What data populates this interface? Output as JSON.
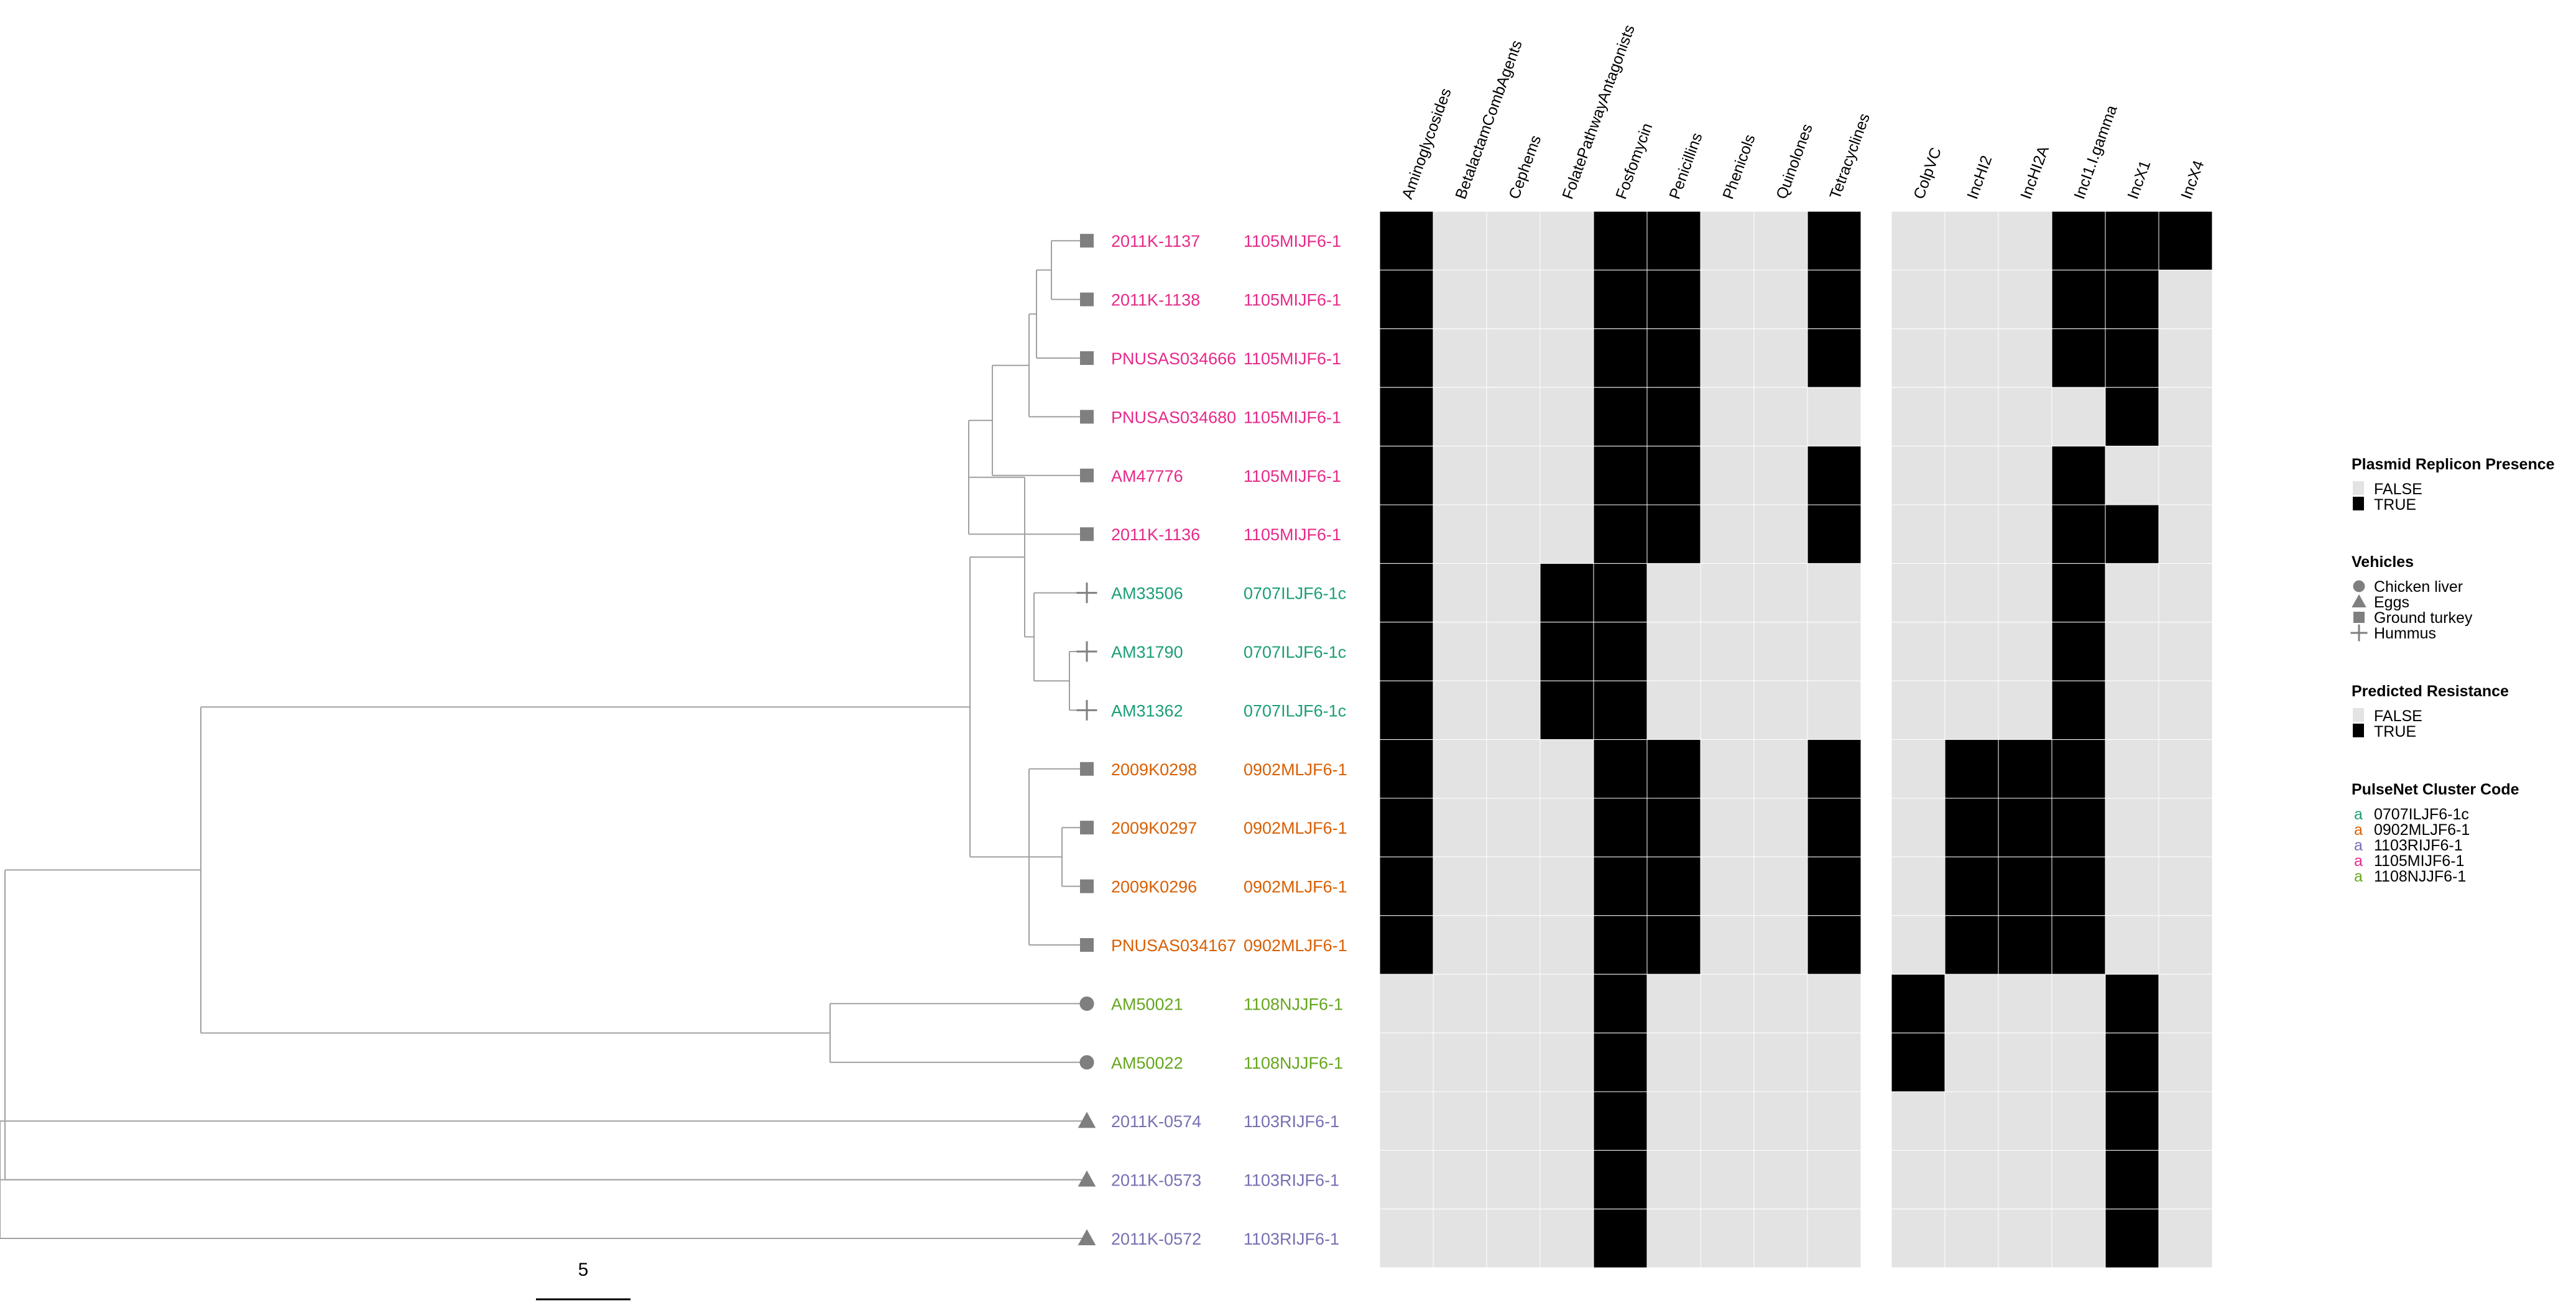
{
  "tree": {
    "scale_bar_label": "5",
    "line_color": "#a0a0a0",
    "tip_symbol_color": "#7f7f7f"
  },
  "isolates": [
    {
      "id": "2011K-1137",
      "cluster": "1105MIJF6-1",
      "vehicle": "Ground turkey"
    },
    {
      "id": "2011K-1138",
      "cluster": "1105MIJF6-1",
      "vehicle": "Ground turkey"
    },
    {
      "id": "PNUSAS034666",
      "cluster": "1105MIJF6-1",
      "vehicle": "Ground turkey"
    },
    {
      "id": "PNUSAS034680",
      "cluster": "1105MIJF6-1",
      "vehicle": "Ground turkey"
    },
    {
      "id": "AM47776",
      "cluster": "1105MIJF6-1",
      "vehicle": "Ground turkey"
    },
    {
      "id": "2011K-1136",
      "cluster": "1105MIJF6-1",
      "vehicle": "Ground turkey"
    },
    {
      "id": "AM33506",
      "cluster": "0707ILJF6-1c",
      "vehicle": "Hummus"
    },
    {
      "id": "AM31790",
      "cluster": "0707ILJF6-1c",
      "vehicle": "Hummus"
    },
    {
      "id": "AM31362",
      "cluster": "0707ILJF6-1c",
      "vehicle": "Hummus"
    },
    {
      "id": "2009K0298",
      "cluster": "0902MLJF6-1",
      "vehicle": "Ground turkey"
    },
    {
      "id": "2009K0297",
      "cluster": "0902MLJF6-1",
      "vehicle": "Ground turkey"
    },
    {
      "id": "2009K0296",
      "cluster": "0902MLJF6-1",
      "vehicle": "Ground turkey"
    },
    {
      "id": "PNUSAS034167",
      "cluster": "0902MLJF6-1",
      "vehicle": "Ground turkey"
    },
    {
      "id": "AM50021",
      "cluster": "1108NJJF6-1",
      "vehicle": "Chicken liver"
    },
    {
      "id": "AM50022",
      "cluster": "1108NJJF6-1",
      "vehicle": "Chicken liver"
    },
    {
      "id": "2011K-0574",
      "cluster": "1103RIJF6-1",
      "vehicle": "Eggs"
    },
    {
      "id": "2011K-0573",
      "cluster": "1103RIJF6-1",
      "vehicle": "Eggs"
    },
    {
      "id": "2011K-0572",
      "cluster": "1103RIJF6-1",
      "vehicle": "Eggs"
    }
  ],
  "resistance": {
    "columns": [
      "Aminoglycosides",
      "BetalactamCombAgents",
      "Cephems",
      "FolatePathwayAntagonists",
      "Fosfomycin",
      "Penicillins",
      "Phenicols",
      "Quinolones",
      "Tetracyclines"
    ],
    "matrix": [
      [
        1,
        0,
        0,
        0,
        1,
        1,
        0,
        0,
        1
      ],
      [
        1,
        0,
        0,
        0,
        1,
        1,
        0,
        0,
        1
      ],
      [
        1,
        0,
        0,
        0,
        1,
        1,
        0,
        0,
        1
      ],
      [
        1,
        0,
        0,
        0,
        1,
        1,
        0,
        0,
        0
      ],
      [
        1,
        0,
        0,
        0,
        1,
        1,
        0,
        0,
        1
      ],
      [
        1,
        0,
        0,
        0,
        1,
        1,
        0,
        0,
        1
      ],
      [
        1,
        0,
        0,
        1,
        1,
        0,
        0,
        0,
        0
      ],
      [
        1,
        0,
        0,
        1,
        1,
        0,
        0,
        0,
        0
      ],
      [
        1,
        0,
        0,
        1,
        1,
        0,
        0,
        0,
        0
      ],
      [
        1,
        0,
        0,
        0,
        1,
        1,
        0,
        0,
        1
      ],
      [
        1,
        0,
        0,
        0,
        1,
        1,
        0,
        0,
        1
      ],
      [
        1,
        0,
        0,
        0,
        1,
        1,
        0,
        0,
        1
      ],
      [
        1,
        0,
        0,
        0,
        1,
        1,
        0,
        0,
        1
      ],
      [
        0,
        0,
        0,
        0,
        1,
        0,
        0,
        0,
        0
      ],
      [
        0,
        0,
        0,
        0,
        1,
        0,
        0,
        0,
        0
      ],
      [
        0,
        0,
        0,
        0,
        1,
        0,
        0,
        0,
        0
      ],
      [
        0,
        0,
        0,
        0,
        1,
        0,
        0,
        0,
        0
      ],
      [
        0,
        0,
        0,
        0,
        1,
        0,
        0,
        0,
        0
      ]
    ]
  },
  "plasmids": {
    "columns": [
      "ColpVC",
      "IncHI2",
      "IncHI2A",
      "IncI1.I.gamma",
      "IncX1",
      "IncX4"
    ],
    "matrix": [
      [
        0,
        0,
        0,
        1,
        1,
        1
      ],
      [
        0,
        0,
        0,
        1,
        1,
        0
      ],
      [
        0,
        0,
        0,
        1,
        1,
        0
      ],
      [
        0,
        0,
        0,
        0,
        1,
        0
      ],
      [
        0,
        0,
        0,
        1,
        0,
        0
      ],
      [
        0,
        0,
        0,
        1,
        1,
        0
      ],
      [
        0,
        0,
        0,
        1,
        0,
        0
      ],
      [
        0,
        0,
        0,
        1,
        0,
        0
      ],
      [
        0,
        0,
        0,
        1,
        0,
        0
      ],
      [
        0,
        1,
        1,
        1,
        0,
        0
      ],
      [
        0,
        1,
        1,
        1,
        0,
        0
      ],
      [
        0,
        1,
        1,
        1,
        0,
        0
      ],
      [
        0,
        1,
        1,
        1,
        0,
        0
      ],
      [
        1,
        0,
        0,
        0,
        1,
        0
      ],
      [
        1,
        0,
        0,
        0,
        1,
        0
      ],
      [
        0,
        0,
        0,
        0,
        1,
        0
      ],
      [
        0,
        0,
        0,
        0,
        1,
        0
      ],
      [
        0,
        0,
        0,
        0,
        1,
        0
      ]
    ]
  },
  "heat_colors": {
    "TRUE": "#000000",
    "FALSE": "#e3e3e3",
    "grid": "#ffffff"
  },
  "legend": {
    "plasmid": {
      "title": "Plasmid Replicon Presence",
      "items": [
        "FALSE",
        "TRUE"
      ]
    },
    "vehicles": {
      "title": "Vehicles",
      "items": [
        {
          "label": "Chicken liver",
          "shape": "circle"
        },
        {
          "label": "Eggs",
          "shape": "triangle"
        },
        {
          "label": "Ground turkey",
          "shape": "square"
        },
        {
          "label": "Hummus",
          "shape": "plus"
        }
      ]
    },
    "resistance": {
      "title": "Predicted Resistance",
      "items": [
        "FALSE",
        "TRUE"
      ]
    },
    "pulsenet": {
      "title": "PulseNet Cluster Code",
      "key_glyph": "a",
      "items": [
        {
          "label": "0707ILJF6-1c",
          "color": "#1b9e77"
        },
        {
          "label": "0902MLJF6-1",
          "color": "#d95f02"
        },
        {
          "label": "1103RIJF6-1",
          "color": "#7570b3"
        },
        {
          "label": "1105MIJF6-1",
          "color": "#e7298a"
        },
        {
          "label": "1108NJJF6-1",
          "color": "#66a61e"
        }
      ]
    }
  }
}
